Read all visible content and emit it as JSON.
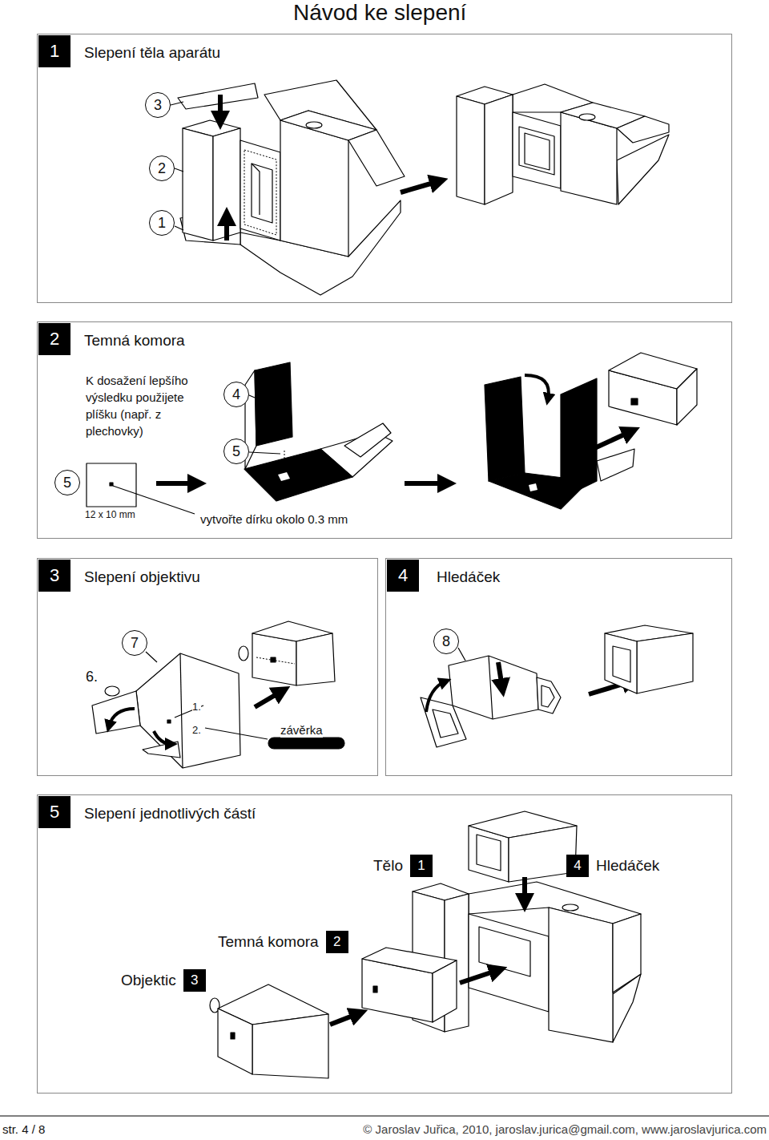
{
  "diagram": {
    "title": "Návod ke slepení",
    "nodes": [
      {
        "text": [
          "Slepení těla aparátu"
        ]
      },
      {
        "text": [
          "1"
        ],
        "in": 0
      },
      {
        "text": [
          "3"
        ],
        "in": 0
      },
      {
        "text": [
          "2"
        ],
        "in": 0
      },
      {
        "text": [
          "1"
        ],
        "in": 0
      },
      {
        "text": [
          "Temná komora"
        ]
      },
      {
        "text": [
          "2"
        ],
        "in": 5
      },
      {
        "text": [
          "4"
        ],
        "in": 5
      },
      {
        "text": [
          "5"
        ],
        "in": 5
      },
      {
        "text": [
          "5"
        ],
        "in": 5
      },
      {
        "text": [
          "Slepení objektivu"
        ]
      },
      {
        "text": [
          "3"
        ],
        "in": 10
      },
      {
        "text": [
          "7"
        ],
        "in": 10
      },
      {
        "text": [
          "Hledáček"
        ]
      },
      {
        "text": [
          "4"
        ],
        "in": 13
      },
      {
        "text": [
          "8"
        ],
        "in": 13
      },
      {
        "text": [
          "Slepení jednotlivých částí"
        ]
      },
      {
        "text": [
          "5"
        ],
        "in": 16
      },
      {
        "text": [
          "Tělo",
          "1"
        ],
        "in": 16
      },
      {
        "text": [
          "4",
          "Hledáček"
        ],
        "in": 16
      },
      {
        "text": [
          "Temná komora",
          "2"
        ],
        "in": 16
      },
      {
        "text": [
          "Objektic",
          "3"
        ],
        "in": 16
      }
    ],
    "labels": [
      "K dosažení lepšího výsledku použijete plíšku (např. z plechovky)",
      "12 x 10 mm",
      "vytvořte dírku okolo 0.3 mm",
      "6.",
      "1.",
      "2.",
      "závěrka",
      "str. 4 / 8",
      "© Jaroslav Juřica, 2010, jaroslav.jurica@gmail.com, www.jaroslavjurica.com"
    ]
  }
}
